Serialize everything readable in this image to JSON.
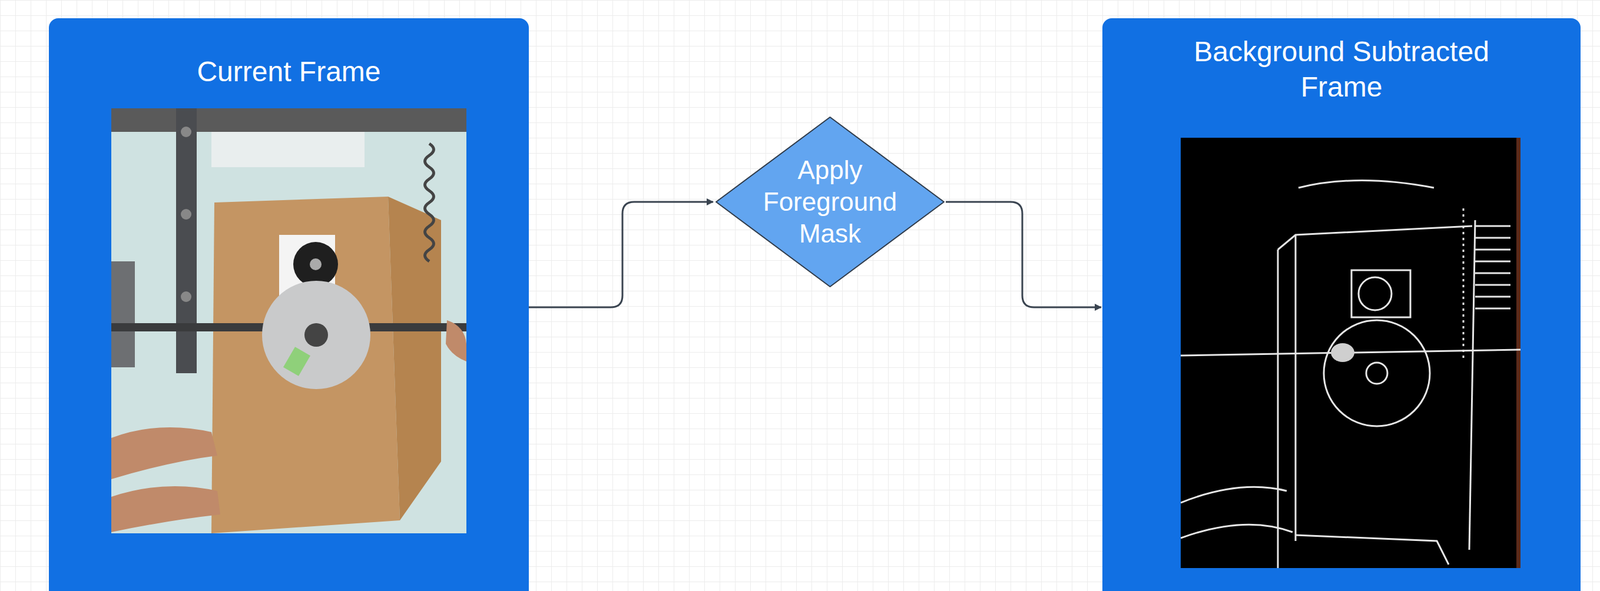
{
  "diagram": {
    "nodes": [
      {
        "text": [
          "Current Frame"
        ]
      },
      {
        "text": [
          "Apply Foreground Mask"
        ]
      },
      {
        "text": [
          "Background Subtracted Frame"
        ]
      }
    ],
    "edges": [
      {
        "from": 0,
        "to": 1,
        "arrow": "to"
      },
      {
        "from": 1,
        "to": 2,
        "arrow": "to"
      }
    ]
  }
}
